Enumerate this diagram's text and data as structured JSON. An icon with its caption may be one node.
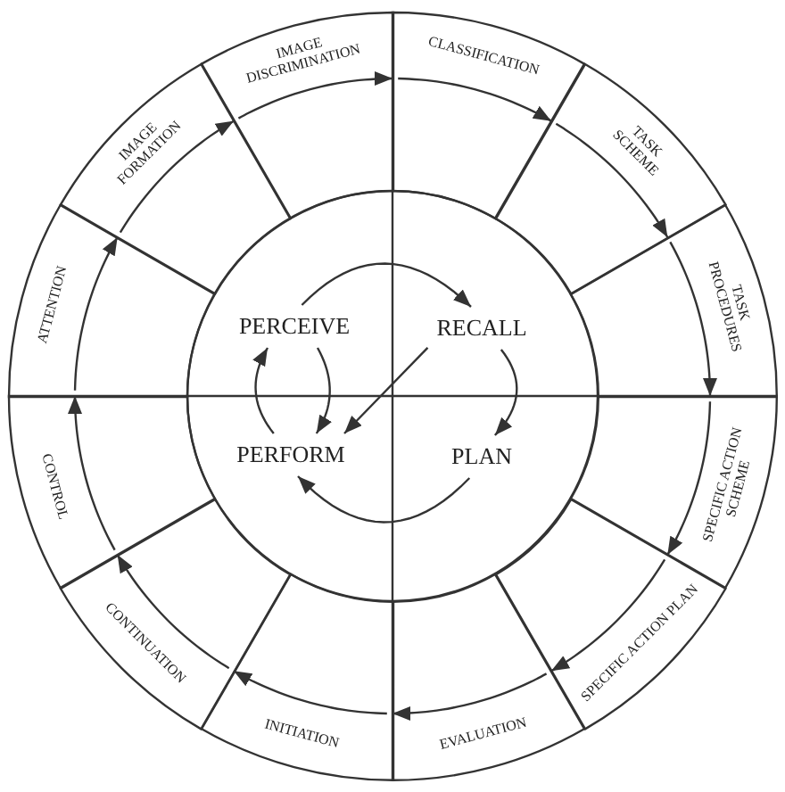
{
  "diagram": {
    "nodes": [
      {
        "text": [
          "IMAGE DISCRIMINATION"
        ]
      },
      {
        "text": [
          "CLASSIFICATION"
        ]
      },
      {
        "text": [
          "TASK SCHEME"
        ]
      },
      {
        "text": [
          "TASK PROCEDURES"
        ]
      },
      {
        "text": [
          "SPECIFIC ACTION SCHEME"
        ]
      },
      {
        "text": [
          "SPECIFIC ACTION PLAN"
        ]
      },
      {
        "text": [
          "EVALUATION"
        ]
      },
      {
        "text": [
          "INITIATION"
        ]
      },
      {
        "text": [
          "CONTINUATION"
        ]
      },
      {
        "text": [
          "CONTROL"
        ]
      },
      {
        "text": [
          "ATTENTION"
        ]
      },
      {
        "text": [
          "IMAGE FORMATION"
        ]
      },
      {
        "text": [
          "PERCEIVE"
        ]
      },
      {
        "text": [
          "RECALL"
        ]
      },
      {
        "text": [
          "PLAN"
        ]
      },
      {
        "text": [
          "PERFORM"
        ]
      }
    ],
    "edges": [
      {
        "from": 0,
        "to": 1,
        "arrow": "to"
      },
      {
        "from": 1,
        "to": 2,
        "arrow": "to"
      },
      {
        "from": 2,
        "to": 3,
        "arrow": "to"
      },
      {
        "from": 3,
        "to": 4,
        "arrow": "to"
      },
      {
        "from": 4,
        "to": 5,
        "arrow": "to"
      },
      {
        "from": 5,
        "to": 6,
        "arrow": "to"
      },
      {
        "from": 6,
        "to": 7,
        "arrow": "to"
      },
      {
        "from": 7,
        "to": 8,
        "arrow": "to"
      },
      {
        "from": 8,
        "to": 9,
        "arrow": "to"
      },
      {
        "from": 9,
        "to": 10,
        "arrow": "to"
      },
      {
        "from": 10,
        "to": 11,
        "arrow": "to"
      },
      {
        "from": 11,
        "to": 0,
        "arrow": "to"
      },
      {
        "from": 12,
        "to": 13,
        "arrow": "to"
      },
      {
        "from": 13,
        "to": 14,
        "arrow": "to"
      },
      {
        "from": 14,
        "to": 15,
        "arrow": "to"
      },
      {
        "from": 15,
        "to": 12,
        "arrow": "to"
      },
      {
        "from": 12,
        "to": 15,
        "arrow": "to"
      },
      {
        "from": 13,
        "to": 15,
        "arrow": "to"
      }
    ]
  }
}
